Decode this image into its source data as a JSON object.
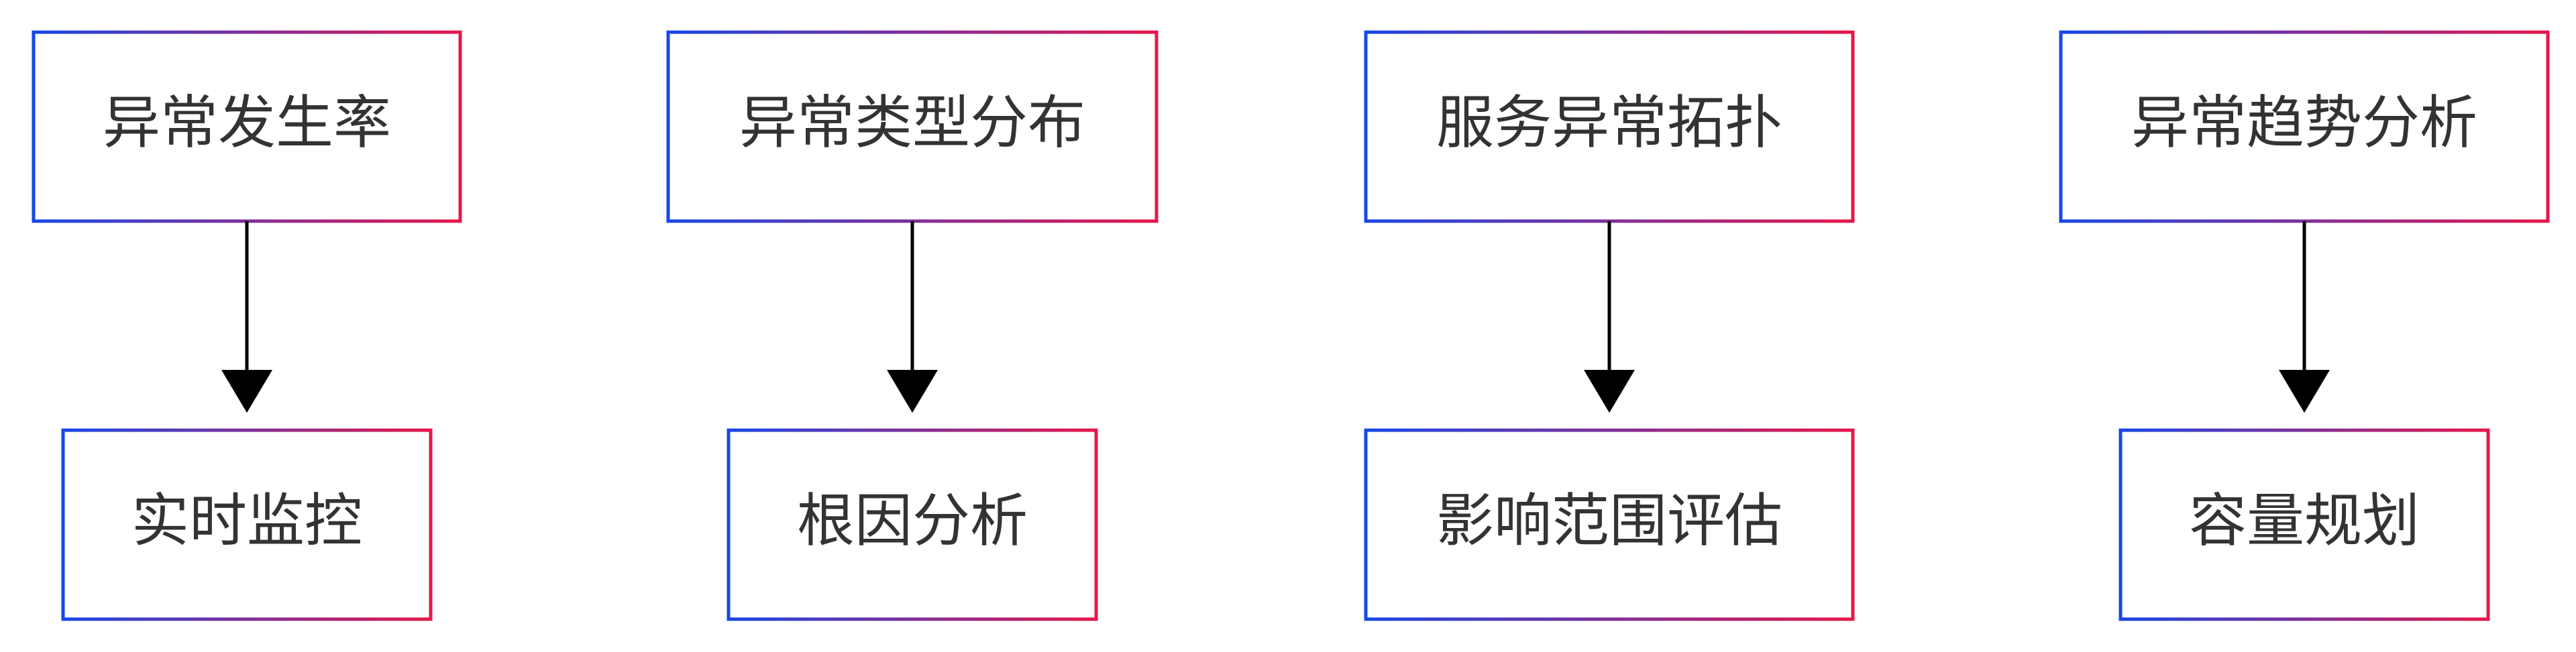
{
  "diagram": {
    "columns": [
      {
        "top": "异常发生率",
        "bottom": "实时监控"
      },
      {
        "top": "异常类型分布",
        "bottom": "根因分析"
      },
      {
        "top": "服务异常拓扑",
        "bottom": "影响范围评估"
      },
      {
        "top": "异常趋势分析",
        "bottom": "容量规划"
      }
    ]
  },
  "colors": {
    "box_gradient_start": "#1747e6",
    "box_gradient_end": "#e6174a",
    "arrow": "#000000",
    "text": "#333333"
  }
}
